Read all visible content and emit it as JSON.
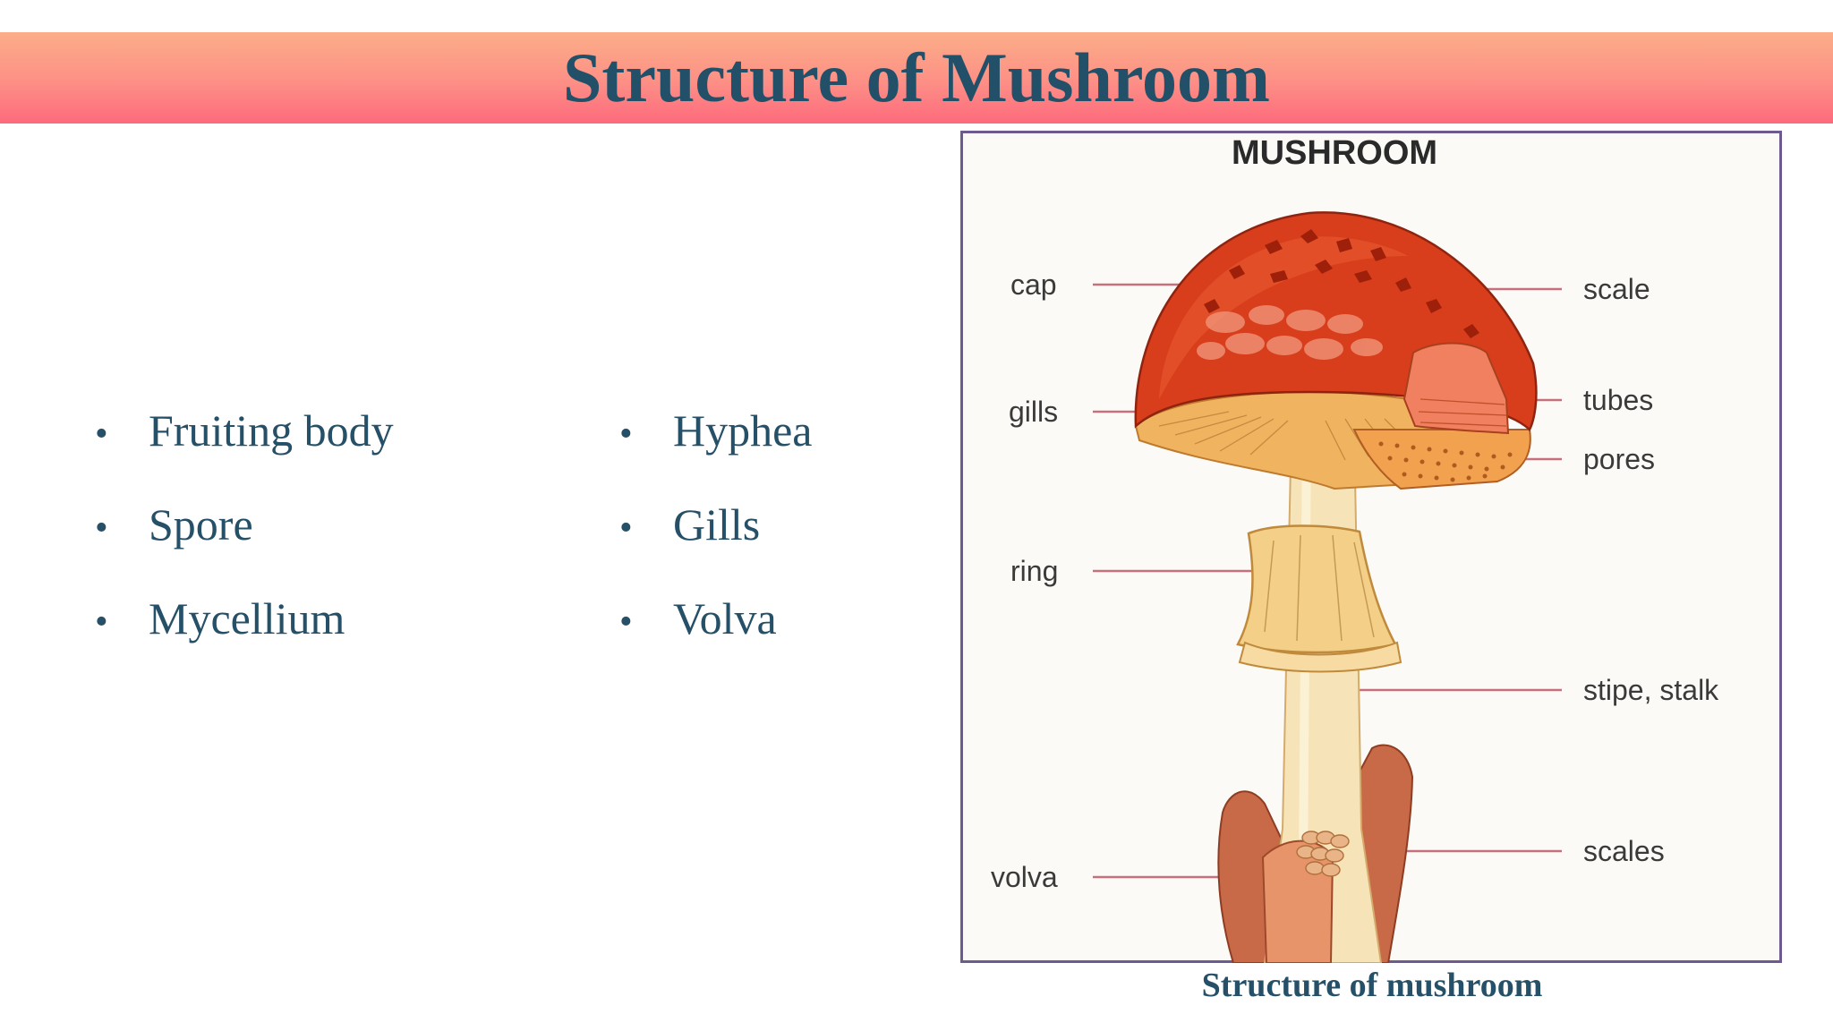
{
  "slide": {
    "title": "Structure of Mushroom",
    "bullets_left": [
      "Fruiting body",
      "Spore",
      "Mycellium"
    ],
    "bullets_right": [
      "Hyphea",
      "Gills",
      "Volva"
    ],
    "bullet_symbol": "•",
    "caption": "Structure of mushroom"
  },
  "diagram": {
    "title": "MUSHROOM",
    "labels": {
      "cap": "cap",
      "gills": "gills",
      "ring": "ring",
      "volva": "volva",
      "scale": "scale",
      "tubes": "tubes",
      "pores": "pores",
      "stipe": "stipe, stalk",
      "scales": "scales"
    }
  },
  "colors": {
    "title_text": "#235069",
    "body_text": "#255068",
    "banner_top": "#fcae88",
    "banner_bottom": "#fd6a7c",
    "frame_border": "#6e5a8e",
    "cap_red": "#d83e1c",
    "gill_yellow": "#f0b460",
    "stem_cream": "#f6e4b8",
    "leader_line": "#c6707c"
  }
}
